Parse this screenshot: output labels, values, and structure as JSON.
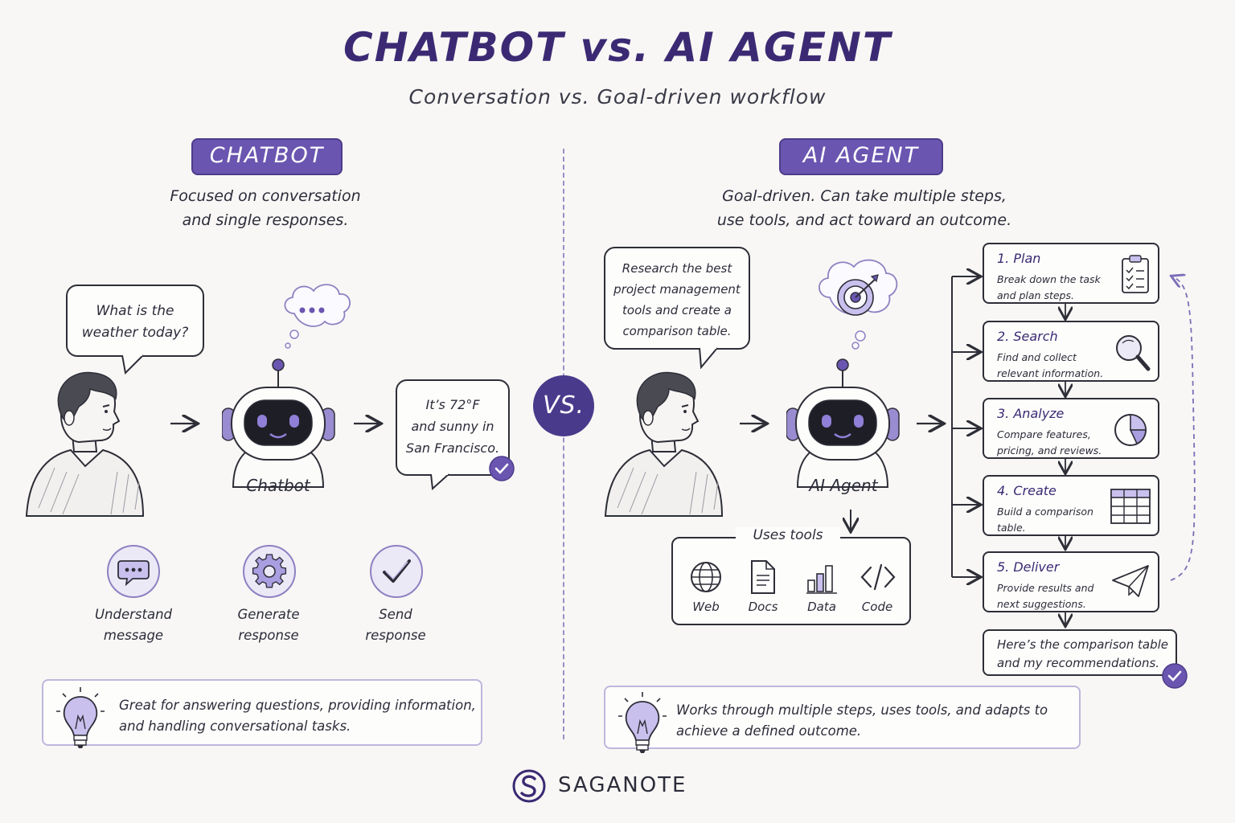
{
  "header": {
    "title": "CHATBOT vs. AI AGENT",
    "subtitle": "Conversation vs. Goal-driven workflow"
  },
  "vs_badge": "VS.",
  "colors": {
    "accent": "#6a56b0",
    "accent_dark": "#3b2a73",
    "ink": "#2e2e38",
    "background": "#f8f7f5"
  },
  "chatbot": {
    "tag": "CHATBOT",
    "description": [
      "Focused on conversation",
      "and single responses."
    ],
    "user_message": [
      "What is the",
      "weather today?"
    ],
    "bot_label": "Chatbot",
    "response": [
      "It’s 72°F",
      "and sunny in",
      "San Francisco."
    ],
    "steps": [
      {
        "icon": "chat-bubble-icon",
        "lines": [
          "Understand",
          "message"
        ]
      },
      {
        "icon": "gear-icon",
        "lines": [
          "Generate",
          "response"
        ]
      },
      {
        "icon": "checkmark-icon",
        "lines": [
          "Send",
          "response"
        ]
      }
    ],
    "note": [
      "Great for answering questions, providing information,",
      "and handling conversational tasks."
    ]
  },
  "agent": {
    "tag": "AI AGENT",
    "description": [
      "Goal-driven. Can take multiple steps,",
      "use tools, and act toward an outcome."
    ],
    "user_message": [
      "Research the best",
      "project management",
      "tools and create a",
      "comparison table."
    ],
    "bot_label": "AI Agent",
    "tools_title": "Uses tools",
    "tools": [
      {
        "icon": "globe-icon",
        "label": "Web"
      },
      {
        "icon": "document-icon",
        "label": "Docs"
      },
      {
        "icon": "bar-chart-icon",
        "label": "Data"
      },
      {
        "icon": "code-icon",
        "label": "Code"
      }
    ],
    "workflow": [
      {
        "title": "1.  Plan",
        "desc": "Break down the task and plan steps.",
        "icon": "clipboard-checklist-icon"
      },
      {
        "title": "2.  Search",
        "desc": "Find and collect relevant information.",
        "icon": "magnifier-icon"
      },
      {
        "title": "3.  Analyze",
        "desc": "Compare features, pricing, and reviews.",
        "icon": "pie-chart-icon"
      },
      {
        "title": "4.  Create",
        "desc": "Build a comparison table.",
        "icon": "table-icon"
      },
      {
        "title": "5.  Deliver",
        "desc": "Provide results and next suggestions.",
        "icon": "paper-plane-icon"
      }
    ],
    "result": [
      "Here’s the comparison table",
      "and my recommendations."
    ],
    "note": [
      "Works through multiple steps, uses tools, and adapts to",
      "achieve a defined outcome."
    ]
  },
  "brand": {
    "name": "SAGANOTE",
    "logo_icon": "s-circle-logo-icon"
  }
}
